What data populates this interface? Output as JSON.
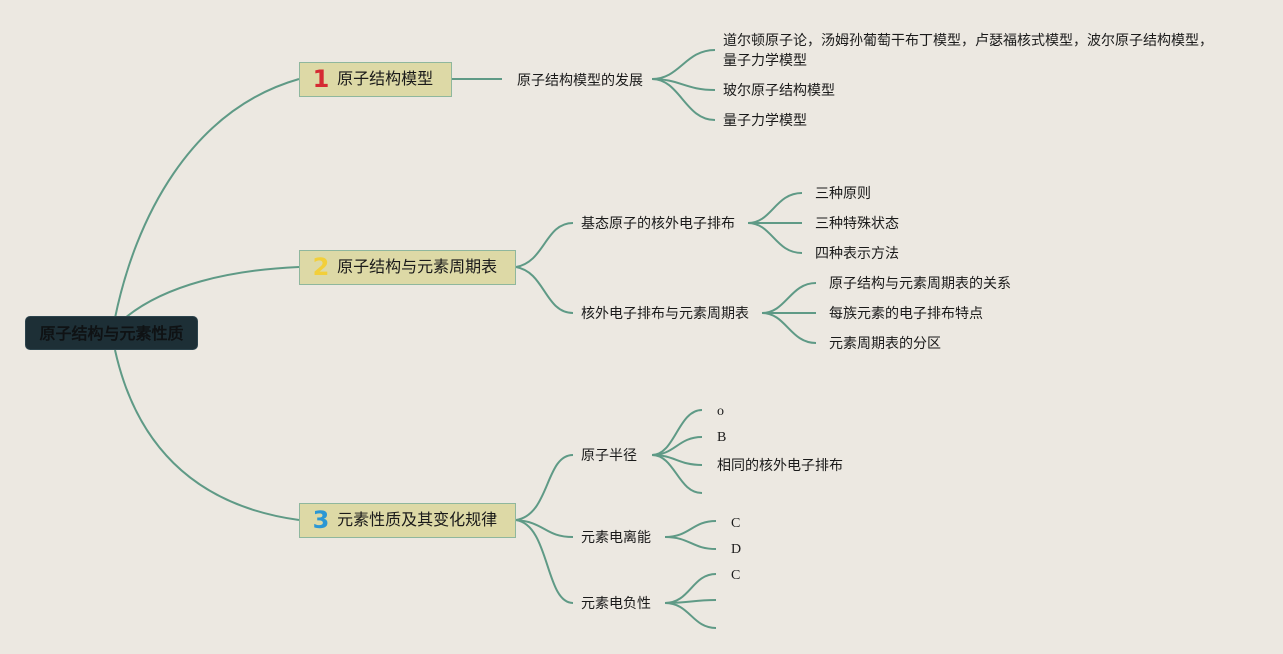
{
  "root": {
    "title": "原子结构与元素性质"
  },
  "branches": [
    {
      "number": "1",
      "number_color": "#d52a32",
      "label": "原子结构模型",
      "children": [
        {
          "label": "原子结构模型的发展",
          "leaves": [
            "道尔顿原子论，汤姆孙葡萄干布丁模型，卢瑟福核式模型，波尔原子结构模型，量子力学模型",
            "玻尔原子结构模型",
            "量子力学模型"
          ]
        }
      ]
    },
    {
      "number": "2",
      "number_color": "#f2cf3a",
      "label": "原子结构与元素周期表",
      "children": [
        {
          "label": "基态原子的核外电子排布",
          "leaves": [
            "三种原则",
            "三种特殊状态",
            "四种表示方法"
          ]
        },
        {
          "label": "核外电子排布与元素周期表",
          "leaves": [
            "原子结构与元素周期表的关系",
            "每族元素的电子排布特点",
            "元素周期表的分区"
          ]
        }
      ]
    },
    {
      "number": "3",
      "number_color": "#2b97d4",
      "label": "元素性质及其变化规律",
      "children": [
        {
          "label": "原子半径",
          "leaves": [
            "o",
            "B",
            "相同的核外电子排布",
            ""
          ]
        },
        {
          "label": "元素电离能",
          "leaves": [
            "C",
            "D"
          ]
        },
        {
          "label": "元素电负性",
          "leaves": [
            "C",
            "",
            ""
          ]
        }
      ]
    }
  ],
  "colors": {
    "line": "#5f9a86",
    "branch_fill": "#ddd9a6",
    "root_fill": "#1d2f36",
    "background": "#ece8e1"
  }
}
